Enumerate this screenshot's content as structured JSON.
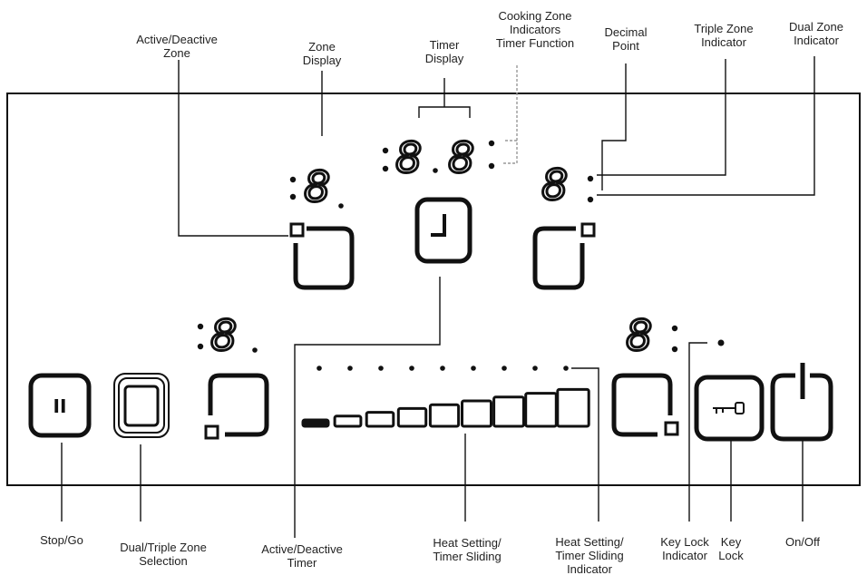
{
  "labels": {
    "active_deactive_zone": "Active/Deactive\nZone",
    "zone_display": "Zone\nDisplay",
    "timer_display": "Timer\nDisplay",
    "cooking_zone_indicators": "Cooking Zone\nIndicators\nTimer Function",
    "decimal_point": "Decimal\nPoint",
    "triple_zone_indicator": "Triple Zone\nIndicator",
    "dual_zone_indicator": "Dual Zone\nIndicator",
    "stop_go": "Stop/Go",
    "dual_triple_zone_selection": "Dual/Triple Zone\nSelection",
    "active_deactive_timer": "Active/Deactive\nTimer",
    "heat_setting_timer_sliding": "Heat Setting/\nTimer Sliding",
    "heat_setting_timer_sliding_indicator": "Heat Setting/\nTimer Sliding\nIndicator",
    "key_lock_indicator": "Key Lock\nIndicator",
    "key_lock": "Key\nLock",
    "on_off": "On/Off"
  },
  "display": {
    "digit": "8",
    "stop_go_symbol": "II"
  },
  "slider": {
    "segments": 9,
    "dots": 9
  }
}
